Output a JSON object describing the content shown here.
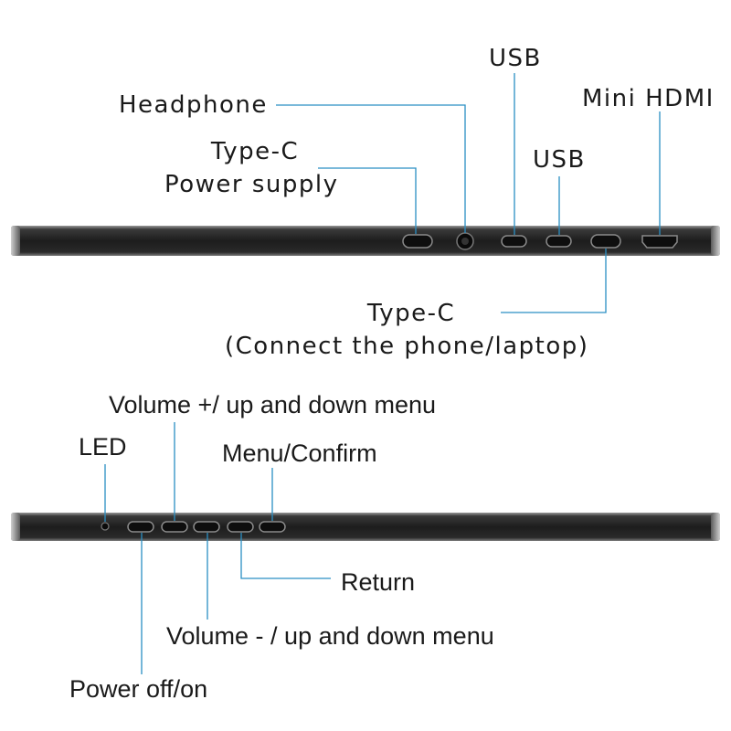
{
  "top_panel": {
    "labels": {
      "headphone": "Headphone",
      "typec_power_line1": "Type-C",
      "typec_power_line2": "Power supply",
      "usb_1": "USB",
      "usb_2": "USB",
      "mini_hdmi": "Mini HDMI",
      "typec_connect_line1": "Type-C",
      "typec_connect_line2": "(Connect the phone/laptop)"
    }
  },
  "bottom_panel": {
    "labels": {
      "led": "LED",
      "volume_up": "Volume +/ up and down menu",
      "menu_confirm": "Menu/Confirm",
      "return": "Return",
      "volume_down": "Volume - / up and down menu",
      "power": "Power off/on"
    }
  },
  "colors": {
    "leader_line": "#2a8fc4",
    "device_body": "#2b2b2b",
    "port": "#111111",
    "text": "#1a1a1a"
  }
}
